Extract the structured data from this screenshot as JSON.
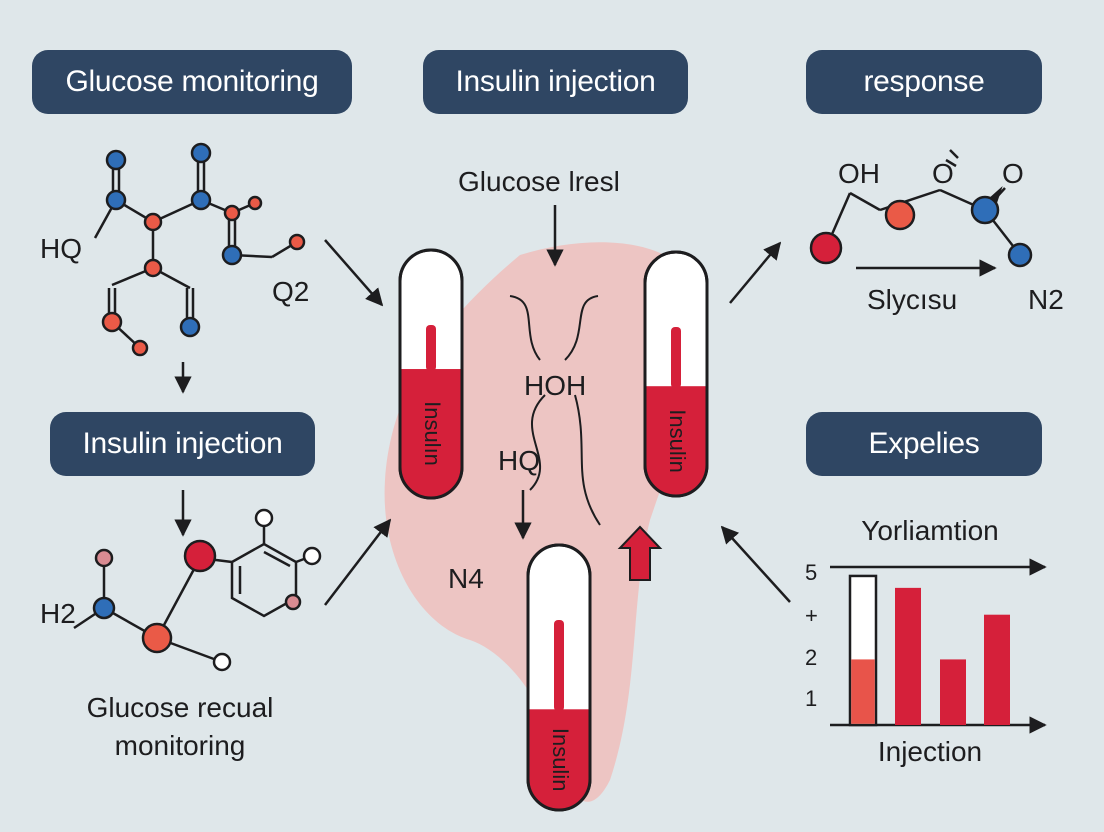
{
  "headers": {
    "top_left": "Glucose monitoring",
    "top_center": "Insulin injection",
    "top_right": "response",
    "mid_left": "Insulin injection",
    "mid_right": "Expelies"
  },
  "labels": {
    "glucose_level": "Glucose lresl",
    "hq_left": "HQ",
    "q2": "Q2",
    "h2": "H2",
    "bottom_left_line1": "Glucose recual",
    "bottom_left_line2": "monitoring",
    "hoh": "HOH",
    "hq_center": "HQ",
    "n4": "N4",
    "oh": "OH",
    "o_mid": "O",
    "o_right": "O",
    "slycisu": "Slycısu",
    "n2": "N2"
  },
  "vials": [
    {
      "label": "Insulın",
      "fill": 0.52
    },
    {
      "label": "Insulin",
      "fill": 0.45
    },
    {
      "label": "Insulin",
      "fill": 0.38
    }
  ],
  "colors": {
    "navy": "#2f4663",
    "red": "#d5203a",
    "blue": "#2f6eb8",
    "coral": "#ea5a47",
    "pink": "#d98b92",
    "background": "#dfe7ea",
    "blob": "#f1b9b6"
  },
  "chart_data": {
    "type": "bar",
    "title": "Yorliamtion",
    "xlabel": "Injection",
    "ytick_labels": [
      "5",
      "+",
      "2",
      "1"
    ],
    "values": [
      5,
      4.6,
      2.2,
      3.7
    ],
    "stacked_first": {
      "total": 5,
      "lower": 2.2
    },
    "colors": [
      "#e8544a",
      "#d5203a",
      "#d5203a",
      "#d5203a"
    ],
    "ylim": [
      0,
      5.3
    ]
  }
}
